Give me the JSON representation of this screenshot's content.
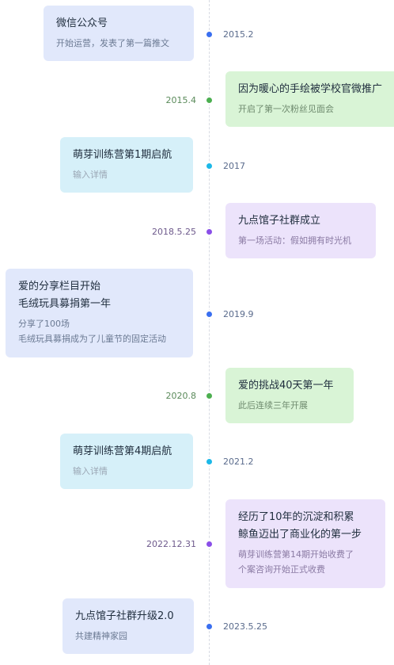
{
  "timeline": {
    "colors": {
      "blue": "#3a6ff0",
      "green": "#4caf50",
      "cyan": "#1cb8e8",
      "purple": "#8a4fe8",
      "date_blue": "#5a6b8c",
      "date_green": "#5a8a5a",
      "date_purple": "#6e5a8c"
    },
    "items": [
      {
        "date": "2015.2",
        "title": "微信公众号",
        "desc": "开始运营，发表了第一篇推文",
        "color": "blue"
      },
      {
        "date": "2015.4",
        "title": "因为暖心的手绘被学校官微推广",
        "desc": "开启了第一次粉丝见面会",
        "color": "green"
      },
      {
        "date": "2017",
        "title": "萌芽训练营第1期启航",
        "desc": "输入详情",
        "color": "cyan"
      },
      {
        "date": "2018.5.25",
        "title": "九点馆子社群成立",
        "desc": "第一场活动：假如拥有时光机",
        "color": "purple"
      },
      {
        "date": "2019.9",
        "title_line1": "爱的分享栏目开始",
        "title_line2": "毛绒玩具募捐第一年",
        "desc_line1": "分享了100场",
        "desc_line2": "毛绒玩具募捐成为了儿童节的固定活动",
        "color": "blue"
      },
      {
        "date": "2020.8",
        "title": "爱的挑战40天第一年",
        "desc": "此后连续三年开展",
        "color": "green"
      },
      {
        "date": "2021.2",
        "title": "萌芽训练营第4期启航",
        "desc": "输入详情",
        "color": "cyan"
      },
      {
        "date": "2022.12.31",
        "title_line1": "经历了10年的沉淀和积累",
        "title_line2": "鲸鱼迈出了商业化的第一步",
        "desc_line1": "萌芽训练营第14期开始收费了",
        "desc_line2": "个案咨询开始正式收费",
        "color": "purple"
      },
      {
        "date": "2023.5.25",
        "title": "九点馆子社群升级2.0",
        "desc": "共建精神家园",
        "color": "blue"
      }
    ]
  }
}
